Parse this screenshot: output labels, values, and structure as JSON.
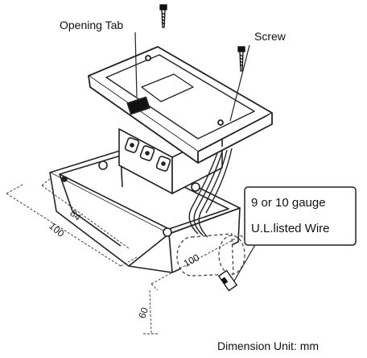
{
  "callouts": {
    "opening_tab": "Opening Tab",
    "screw": "Screw",
    "wire_line1": "9 or 10 gauge",
    "wire_line2": "U.L.listed Wire"
  },
  "dimensions": {
    "depth": "84",
    "width_left": "100",
    "width_right": "100",
    "height": "60"
  },
  "footer": {
    "unit_note": "Dimension Unit: mm"
  }
}
